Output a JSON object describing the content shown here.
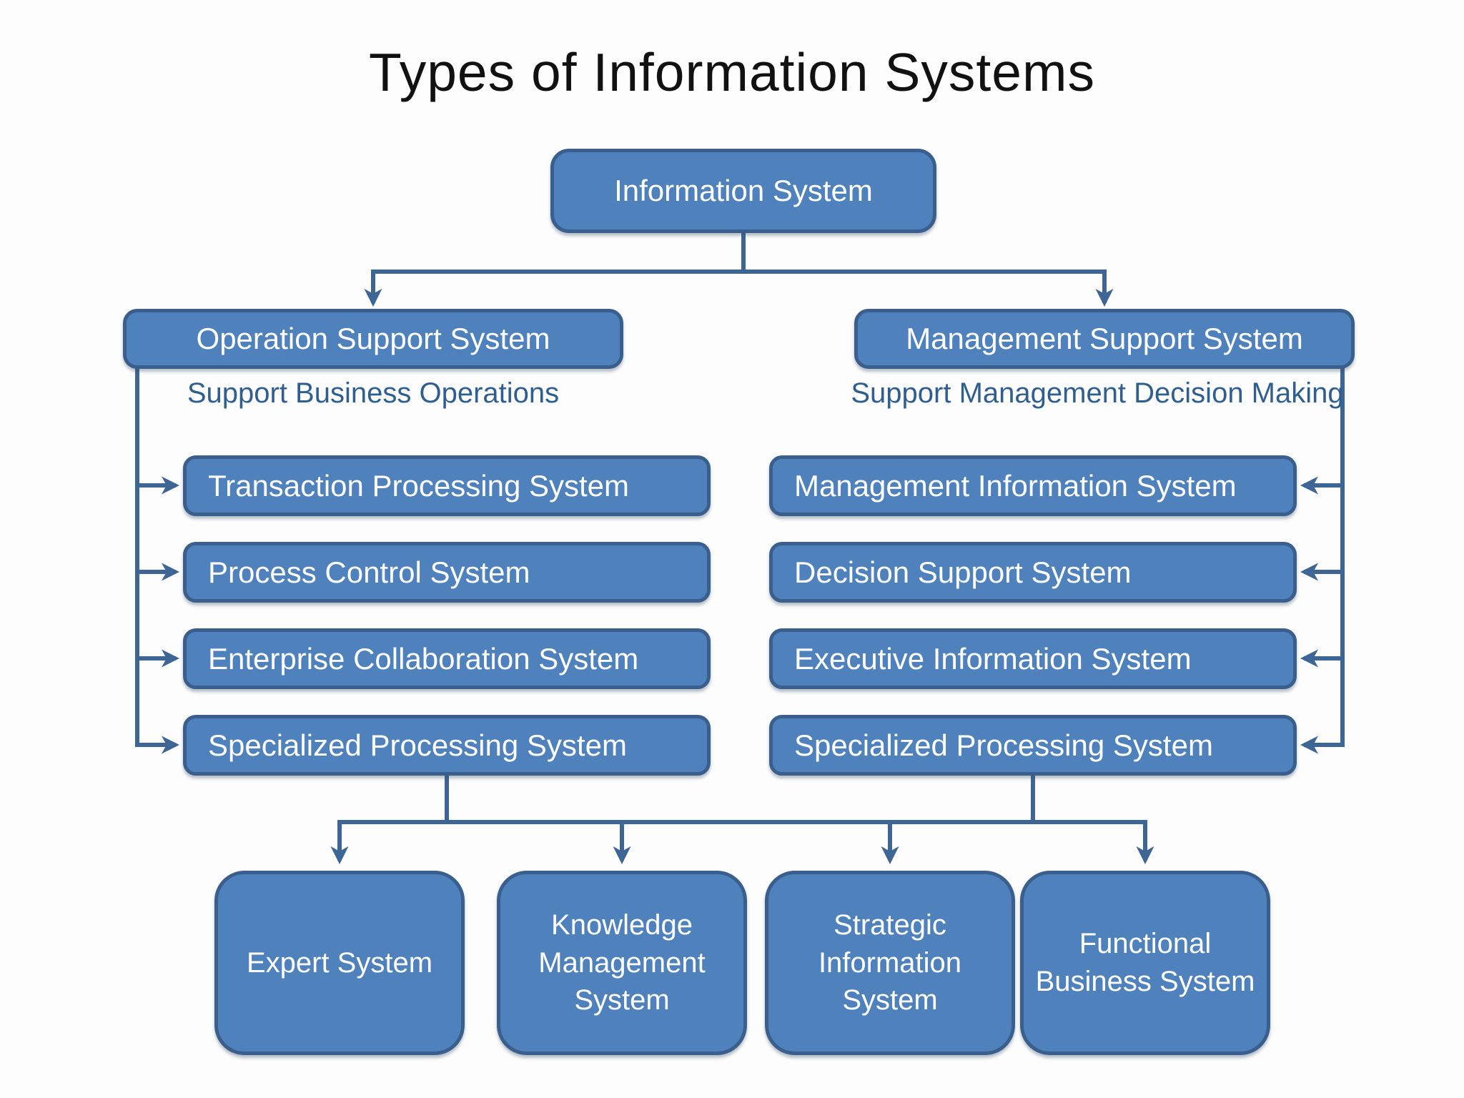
{
  "title": "Types of Information Systems",
  "colors": {
    "background": "#fdfdfd",
    "title_text": "#111111",
    "box_fill": "#4f81bd",
    "box_border": "#3a5f8d",
    "box_text": "#ffffff",
    "subtitle_text": "#2f5e8f",
    "connector": "#3e6695"
  },
  "diagram": {
    "root": {
      "label": "Information System"
    },
    "branches": [
      {
        "label": "Operation Support System",
        "subtitle": "Support Business Operations",
        "children": [
          "Transaction Processing System",
          "Process Control System",
          "Enterprise Collaboration System",
          "Specialized Processing System"
        ]
      },
      {
        "label": "Management Support System",
        "subtitle": "Support Management Decision Making",
        "children": [
          "Management Information System",
          "Decision Support System",
          "Executive Information System",
          "Specialized Processing System"
        ]
      }
    ],
    "shared_children": [
      "Expert System",
      "Knowledge Management System",
      "Strategic Information System",
      "Functional Business System"
    ]
  }
}
